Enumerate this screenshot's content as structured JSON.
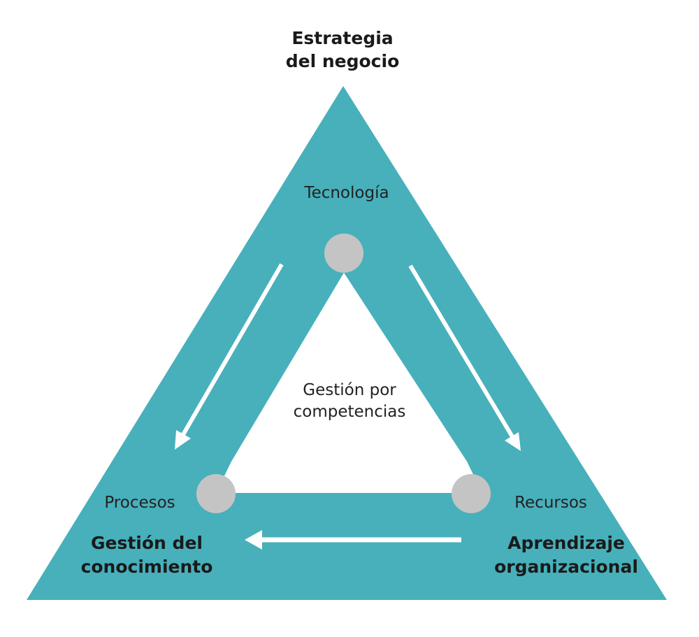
{
  "colors": {
    "teal": "#47b0bb",
    "node_gray": "#c4c4c4",
    "arrow_white": "#ffffff",
    "text_dark": "#1a1a1a"
  },
  "top_title": {
    "line1": "Estrategia",
    "line2": "del negocio"
  },
  "bottom_left_title": {
    "line1": "Gestión del",
    "line2": "conocimiento"
  },
  "bottom_right_title": {
    "line1": "Aprendizaje",
    "line2": "organizacional"
  },
  "nodes": {
    "top": "Tecnología",
    "left": "Procesos",
    "right": "Recursos"
  },
  "center": {
    "line1": "Gestión por",
    "line2": "competencias"
  }
}
